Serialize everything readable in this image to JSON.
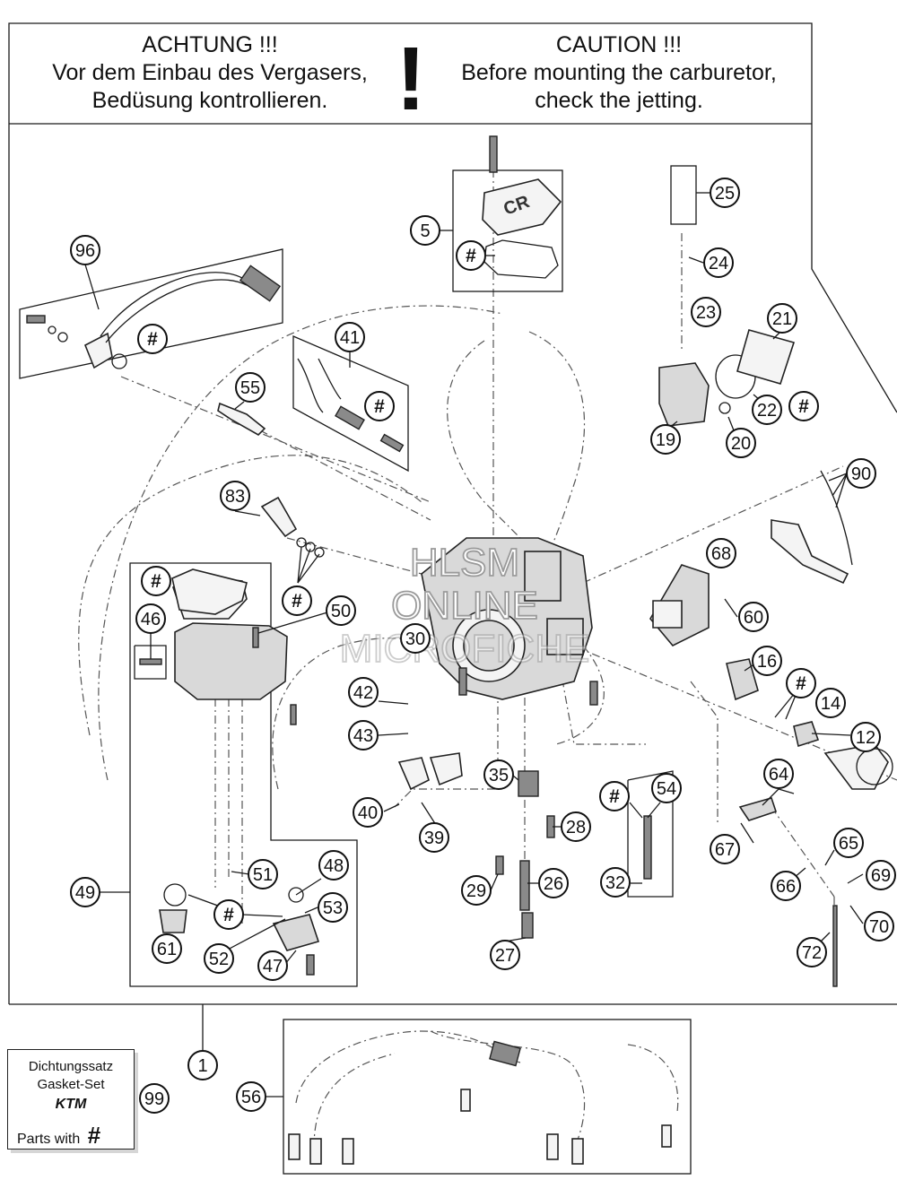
{
  "warning": {
    "de_title": "ACHTUNG !!!",
    "de_line1": "Vor dem Einbau des Vergasers,",
    "de_line2": "Bedüsung kontrollieren.",
    "exclamation": "!",
    "en_title": "CAUTION !!!",
    "en_line1": "Before mounting the carburetor,",
    "en_line2": "check the jetting."
  },
  "gasket_set": {
    "line1": "Dichtungssatz",
    "line2": "Gasket-Set",
    "brand": "KTM",
    "line3": "Parts with",
    "symbol": "#",
    "part_no": "99"
  },
  "watermark": {
    "line1": "HLSM",
    "line2": "ONLINE",
    "line3": "MICROFICHE"
  },
  "cap_text": "CR",
  "callouts": [
    "5",
    "96",
    "41",
    "55",
    "83",
    "50",
    "46",
    "30",
    "42",
    "43",
    "40",
    "39",
    "35",
    "28",
    "29",
    "26",
    "27",
    "32",
    "54",
    "49",
    "51",
    "48",
    "53",
    "61",
    "52",
    "47",
    "25",
    "24",
    "23",
    "21",
    "22",
    "19",
    "20",
    "90",
    "68",
    "60",
    "16",
    "14",
    "12",
    "64",
    "67",
    "65",
    "66",
    "69",
    "70",
    "72",
    "1",
    "56"
  ],
  "hash_symbol": "#",
  "colors": {
    "line": "#1a1a1a",
    "part": "#555555",
    "watermark": "#bdbdbd"
  }
}
